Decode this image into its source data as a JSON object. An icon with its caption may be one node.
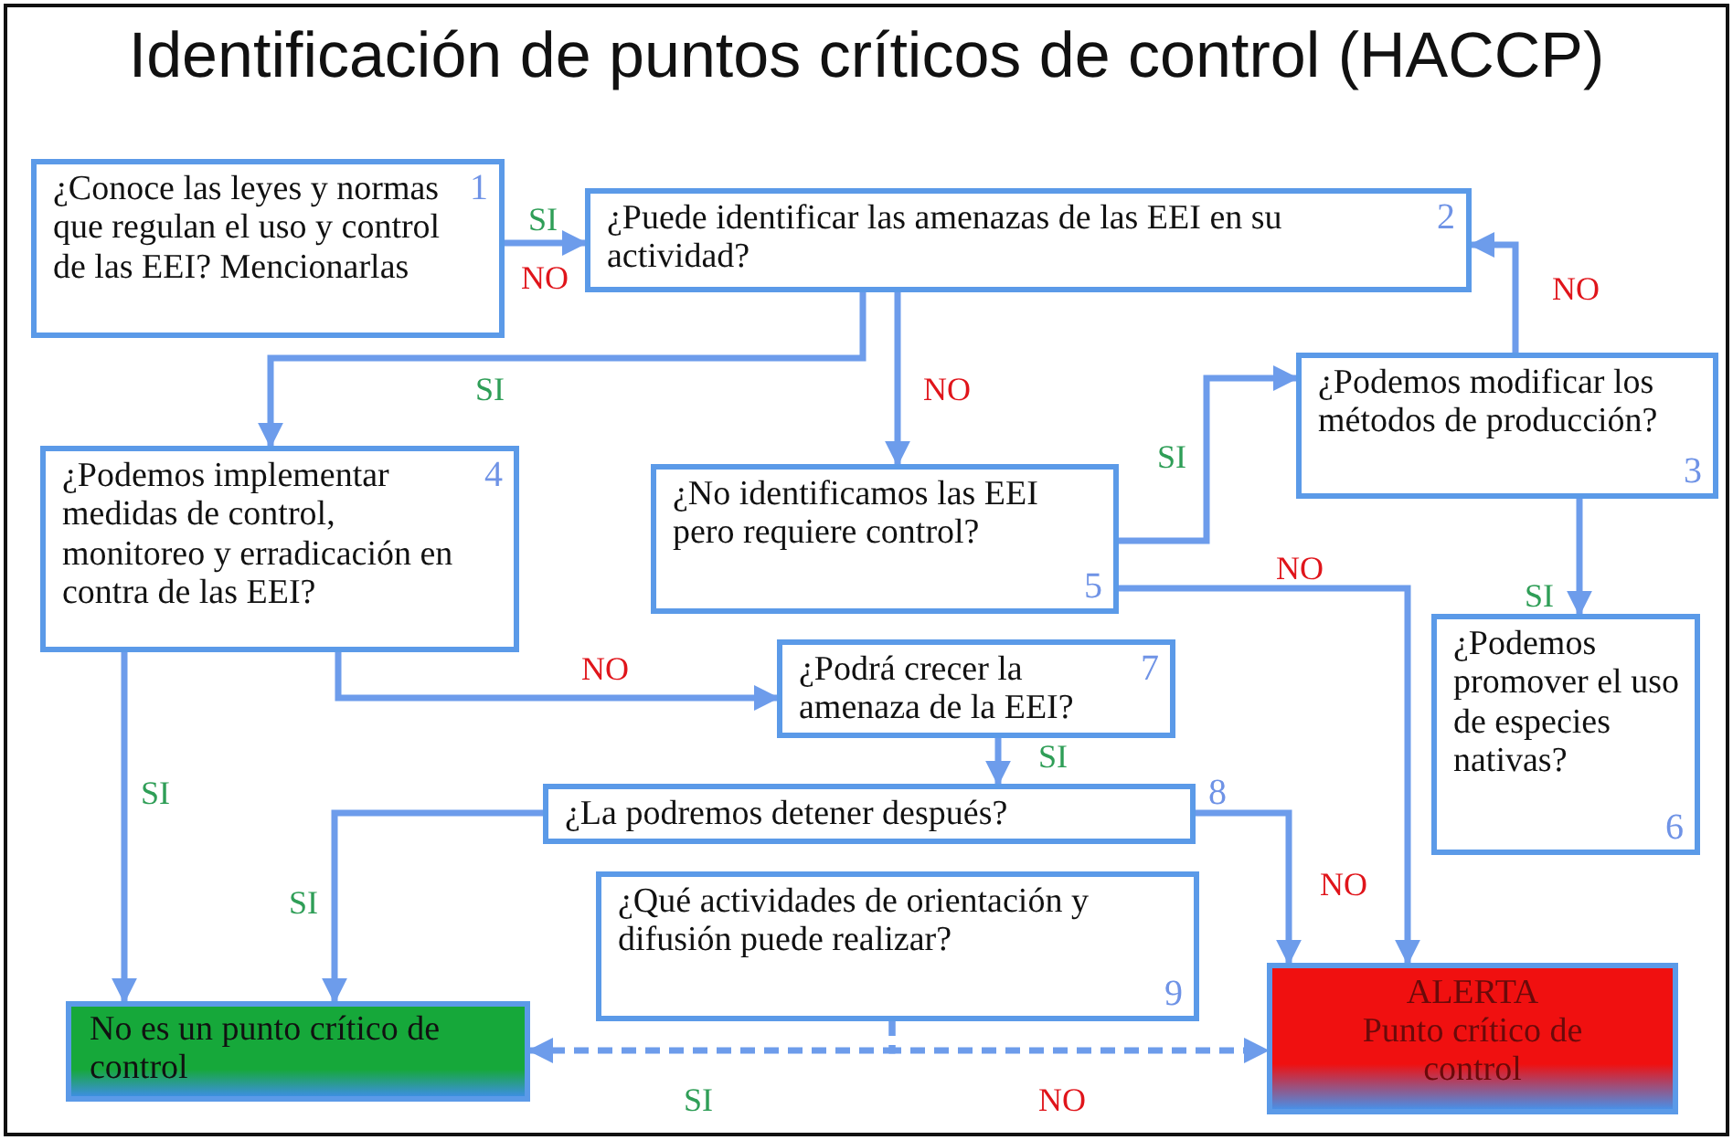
{
  "diagram": {
    "title": "Identificación de puntos críticos de control (HACCP)",
    "nodes": [
      {
        "text": [
          "¿Conoce las leyes y normas que regulan el uso y control de las EEI? Mencionarlas",
          "1"
        ]
      },
      {
        "text": [
          "¿Puede identificar las amenazas de las EEI en su actividad?",
          "2"
        ]
      },
      {
        "text": [
          "¿Podemos modificar los métodos de producción?",
          "3"
        ]
      },
      {
        "text": [
          "¿Podemos implementar medidas de control, monitoreo y erradicación en contra de las EEI?",
          "4"
        ]
      },
      {
        "text": [
          "¿No identificamos las EEI pero requiere control?",
          "5"
        ]
      },
      {
        "text": [
          "¿Podemos promover el uso de especies nativas?",
          "6"
        ]
      },
      {
        "text": [
          "¿Podrá crecer la amenaza de la EEI?",
          "7"
        ]
      },
      {
        "text": [
          "¿La podremos detener después?",
          "8"
        ]
      },
      {
        "text": [
          "¿Qué actividades de orientación y difusión puede realizar?",
          "9"
        ]
      },
      {
        "text": [
          "No es un punto crítico de control"
        ]
      },
      {
        "text": [
          "ALERTA",
          "Punto crítico de control"
        ]
      }
    ],
    "edges": [
      {
        "from": 0,
        "to": 1,
        "arrow": "to",
        "label": "SI"
      },
      {
        "from": 1,
        "to": 3,
        "arrow": "to",
        "label": "SI"
      },
      {
        "from": 1,
        "to": 4,
        "arrow": "to",
        "label": "NO"
      },
      {
        "from": 4,
        "to": 2,
        "arrow": "to",
        "label": "SI"
      },
      {
        "from": 2,
        "to": 1,
        "arrow": "to",
        "label": "NO"
      },
      {
        "from": 2,
        "to": 5,
        "arrow": "to",
        "label": "SI"
      },
      {
        "from": 4,
        "to": 10,
        "arrow": "to",
        "label": "NO"
      },
      {
        "from": 3,
        "to": 6,
        "arrow": "to",
        "label": "NO"
      },
      {
        "from": 3,
        "to": 9,
        "arrow": "to",
        "label": "SI"
      },
      {
        "from": 6,
        "to": 7,
        "arrow": "to",
        "label": "SI"
      },
      {
        "from": 7,
        "to": 9,
        "arrow": "to",
        "label": "SI"
      },
      {
        "from": 7,
        "to": 10,
        "arrow": "to",
        "label": "NO"
      },
      {
        "from": 8,
        "to": 9,
        "arrow": "to",
        "label": "SI",
        "style": "dashed"
      },
      {
        "from": 8,
        "to": 10,
        "arrow": "to",
        "label": "NO",
        "style": "dashed"
      }
    ],
    "labels": [
      "NO"
    ]
  }
}
